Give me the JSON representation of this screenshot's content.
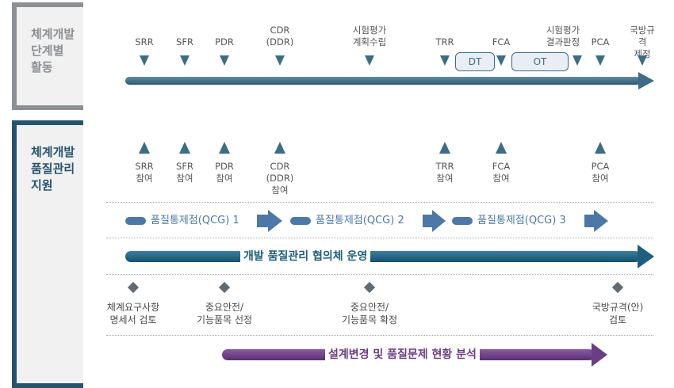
{
  "panels": {
    "top_label": "체계개발\n단계별\n활동",
    "bottom_label": "체계개발\n품질관리\n지원"
  },
  "milestones_top": [
    {
      "label": "SRR"
    },
    {
      "label": "SFR"
    },
    {
      "label": "PDR"
    },
    {
      "label": "CDR\n(DDR)"
    },
    {
      "label": "시험평가\n계획수립"
    },
    {
      "label": "TRR"
    },
    {
      "label": "FCA"
    },
    {
      "label": "시험평가\n결과판정"
    },
    {
      "label": "PCA"
    },
    {
      "label": "국방규격\n제정"
    }
  ],
  "test_boxes": {
    "dt": "DT",
    "ot": "OT"
  },
  "participations": [
    {
      "label": "SRR\n참여"
    },
    {
      "label": "SFR\n참여"
    },
    {
      "label": "PDR\n참여"
    },
    {
      "label": "CDR\n(DDR)\n참여"
    },
    {
      "label": "TRR\n참여"
    },
    {
      "label": "FCA\n참여"
    },
    {
      "label": "PCA\n참여"
    }
  ],
  "qcg": [
    "품질통제점(QCG) 1",
    "품질통제점(QCG) 2",
    "품질통제점(QCG) 3"
  ],
  "council_label": "개발 품질관리 협의체 운영",
  "reviews": [
    {
      "label": "체계요구사항\n명세서 검토"
    },
    {
      "label": "중요안전/\n기능품목 선정"
    },
    {
      "label": "중요안전/\n기능품목 확정"
    },
    {
      "label": "국방규격(안)\n검토"
    }
  ],
  "analysis_label": "설계변경 및 품질문제 현황 분석",
  "colors": {
    "timeline": "#3c6c86",
    "council": "#1d5e7c",
    "qcg": "#4b78a6",
    "analysis": "#6b3d82",
    "top_panel": "#8c8f94",
    "bottom_panel": "#26546e"
  }
}
